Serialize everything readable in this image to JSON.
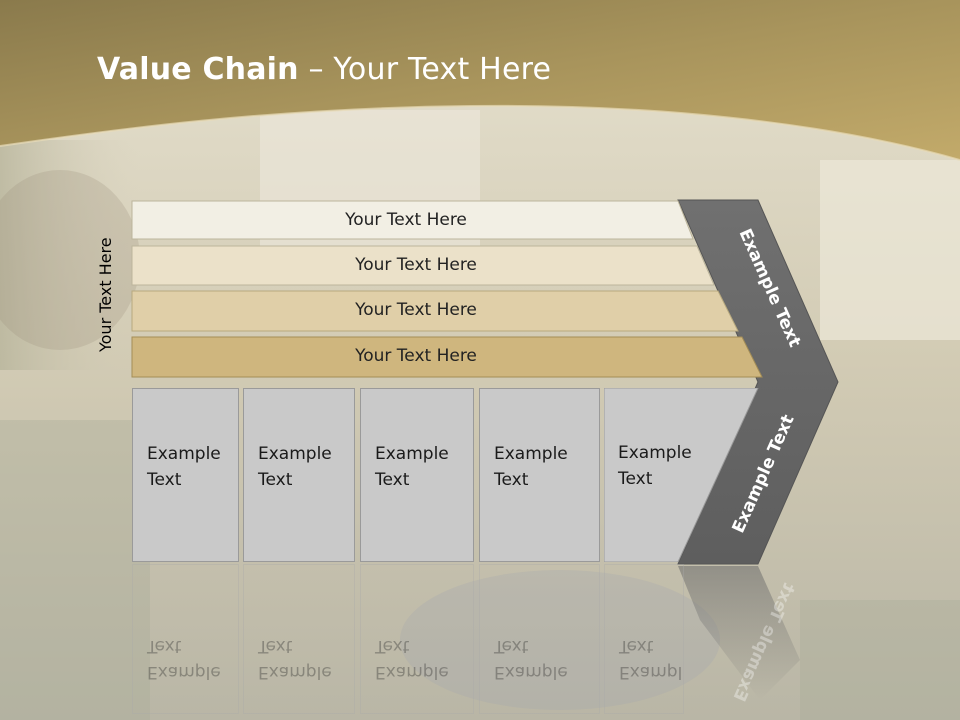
{
  "title": {
    "bold": "Value Chain",
    "rest": " – Your Text Here"
  },
  "side_label": "Your Text Here",
  "bands": [
    {
      "label": "Your Text Here",
      "color": "#f2efe4"
    },
    {
      "label": "Your Text Here",
      "color": "#ebe1c9"
    },
    {
      "label": "Your Text Here",
      "color": "#e0cfa8"
    },
    {
      "label": "Your Text Here",
      "color": "#cfb67e"
    }
  ],
  "boxes": [
    {
      "label": "Example\nText"
    },
    {
      "label": "Example\nText"
    },
    {
      "label": "Example\nText"
    },
    {
      "label": "Example\nText"
    },
    {
      "label": "Example\nText"
    }
  ],
  "arrow": {
    "upper": "Example Text",
    "lower": "Example Text"
  },
  "colors": {
    "header": "#a89458",
    "chevron": "#6e6e6e",
    "box": "#c9c9c9"
  }
}
